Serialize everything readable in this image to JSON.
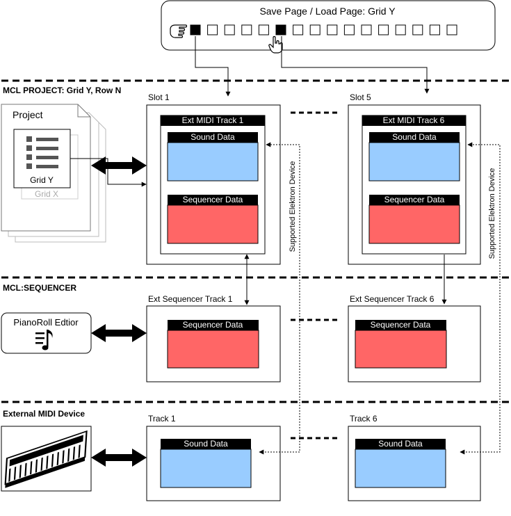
{
  "top_panel": {
    "title": "Save Page / Load Page: Grid Y",
    "slot_count": 16,
    "filled_slots": [
      0,
      5
    ]
  },
  "sections": {
    "project": "MCL PROJECT: Grid Y, Row N",
    "sequencer": "MCL:SEQUENCER",
    "external": "External MIDI Device"
  },
  "project_doc": {
    "title": "Project",
    "grid_selected": "Grid Y",
    "grid_other": "Grid X"
  },
  "slots": [
    {
      "label": "Slot 1",
      "track": "Ext MIDI Track 1",
      "sound": "Sound Data",
      "sequencer": "Sequencer Data"
    },
    {
      "label": "Slot 5",
      "track": "Ext MIDI Track 6",
      "sound": "Sound Data",
      "sequencer": "Sequencer Data"
    }
  ],
  "seq_tracks": [
    {
      "label": "Ext Sequencer Track 1",
      "data": "Sequencer Data"
    },
    {
      "label": "Ext Sequencer Track 6",
      "data": "Sequencer Data"
    }
  ],
  "ext_tracks": [
    {
      "label": "Track 1",
      "data": "Sound Data"
    },
    {
      "label": "Track 6",
      "data": "Sound Data"
    }
  ],
  "pianoroll": {
    "label": "PianoRoll Edtior"
  },
  "vertical_label": "Supported Elektron Device",
  "colors": {
    "sound": "#99ccff",
    "sequencer": "#ff6666",
    "header": "#000000",
    "header_text": "#ffffff"
  },
  "icons": [
    "hand-pointer-icon",
    "hand-click-icon",
    "list-icon",
    "music-notes-icon",
    "keyboard-icon"
  ]
}
